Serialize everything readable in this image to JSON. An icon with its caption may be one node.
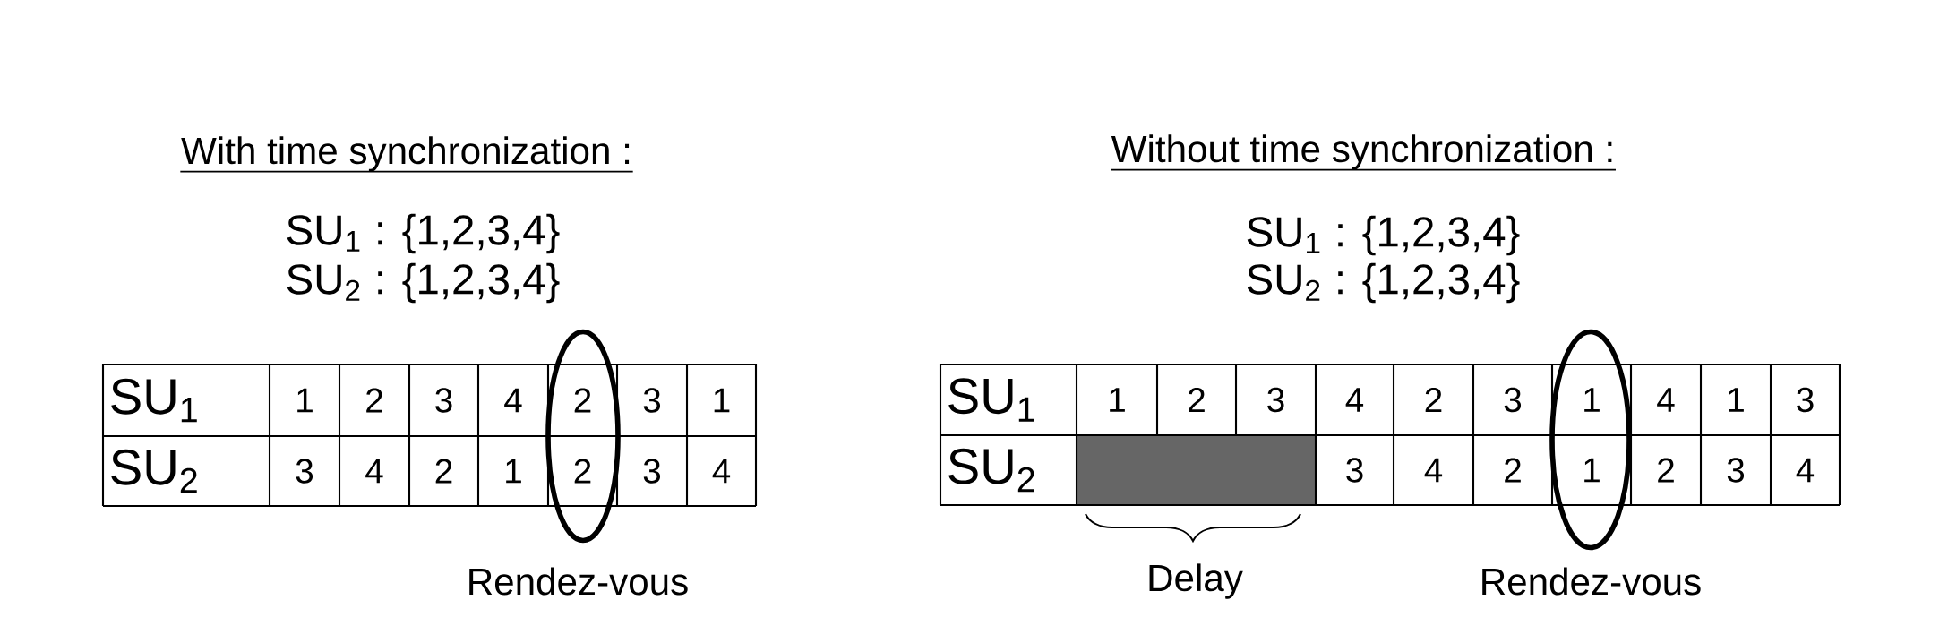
{
  "diagram": {
    "nodes": [
      {
        "text": [],
        "shape": "box"
      }
    ],
    "labels": [
      "With time synchronization :",
      "SU$_{1}$ : {1,2,3,4}",
      "SU$_{2}$ : {1,2,3,4}",
      "SU$_{1}$",
      "1",
      "2",
      "3",
      "4",
      "2",
      "3",
      "1",
      "SU$_{2}$",
      "3",
      "4",
      "2",
      "1",
      "2",
      "3",
      "4",
      "Rendez-vous",
      "Without time synchronization :",
      "SU$_{1}$ : {1,2,3,4}",
      "SU$_{2}$ : {1,2,3,4}",
      "SU$_{1}$",
      "1",
      "2",
      "3",
      "4",
      "2",
      "3",
      "1",
      "4",
      "1",
      "3",
      "SU$_{2}$",
      "3",
      "4",
      "2",
      "1",
      "2",
      "3",
      "4",
      "Delay",
      "Rendez-vous"
    ]
  }
}
